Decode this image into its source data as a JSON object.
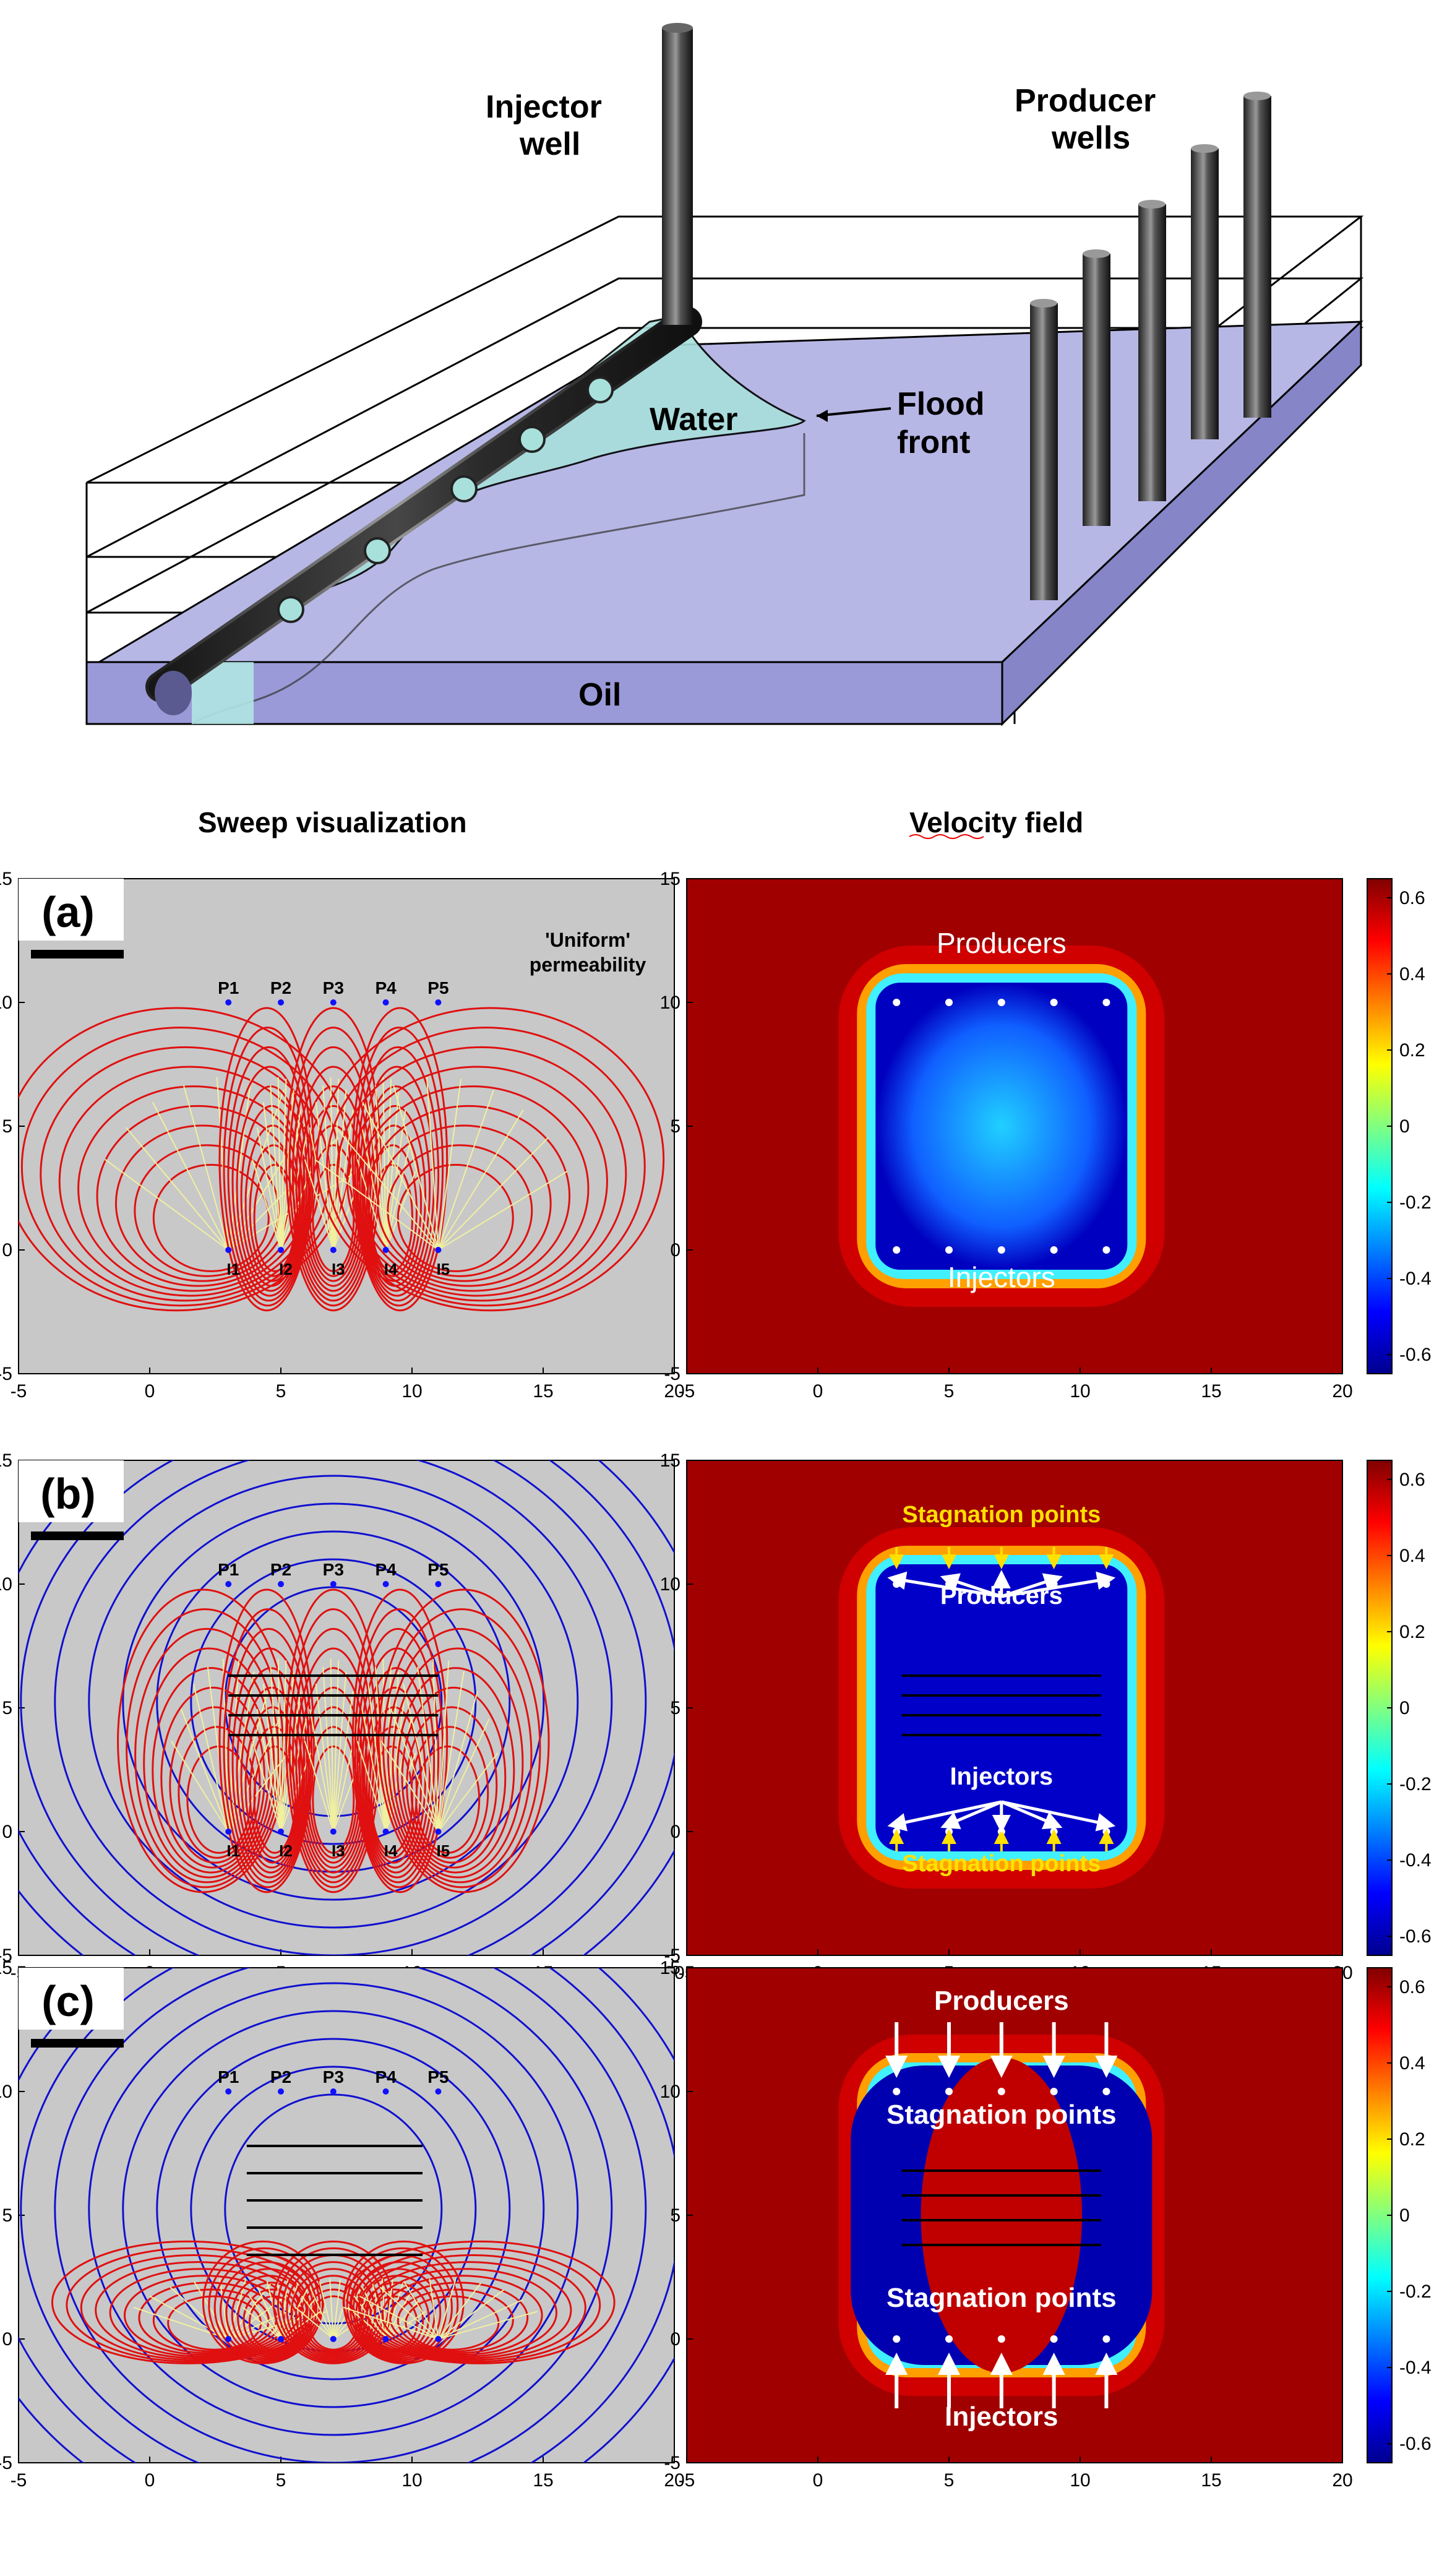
{
  "diagram": {
    "injector_label": "Injector\nwell",
    "producer_label": "Producer\nwells",
    "water_label": "Water",
    "flood_front_label": "Flood\nfront",
    "oil_label": "Oil"
  },
  "headers": {
    "left": "Sweep visualization",
    "right": "Velocity field"
  },
  "rows": [
    {
      "letter": "(a)",
      "note": "'Uniform'\npermeability",
      "producers": [
        "P1",
        "P2",
        "P3",
        "P4",
        "P5"
      ],
      "injectors": [
        "I1",
        "I2",
        "I3",
        "I4",
        "I5"
      ],
      "right_labels": [
        "Producers",
        "Injectors"
      ]
    },
    {
      "letter": "(b)",
      "producers": [
        "P1",
        "P2",
        "P3",
        "P4",
        "P5"
      ],
      "injectors": [
        "I1",
        "I2",
        "I3",
        "I4",
        "I5"
      ],
      "right_labels": [
        "Stagnation points",
        "Producers",
        "Injectors",
        "Stagnation points"
      ]
    },
    {
      "letter": "(c)",
      "producers": [
        "P1",
        "P2",
        "P3",
        "P4",
        "P5"
      ],
      "right_labels": [
        "Producers",
        "Stagnation points",
        "Stagnation points",
        "Injectors"
      ]
    }
  ],
  "axes": {
    "x_ticks": [
      "-5",
      "0",
      "5",
      "10",
      "15",
      "20"
    ],
    "y_ticks": [
      "15",
      "10",
      "5",
      "0",
      "-5"
    ],
    "colorbar_ticks": [
      "0.6",
      "0.4",
      "0.2",
      "0",
      "-0.2",
      "-0.4",
      "-0.6"
    ]
  },
  "colors": {
    "plot_bg": "#c8c8c8",
    "streamline_red": "#e01010",
    "streamline_blue": "#1010d0",
    "isochrone": "#f0f0a0",
    "velocity_high": "#a00000",
    "velocity_low": "#00008f",
    "annotation_yellow": "#ffe000"
  }
}
